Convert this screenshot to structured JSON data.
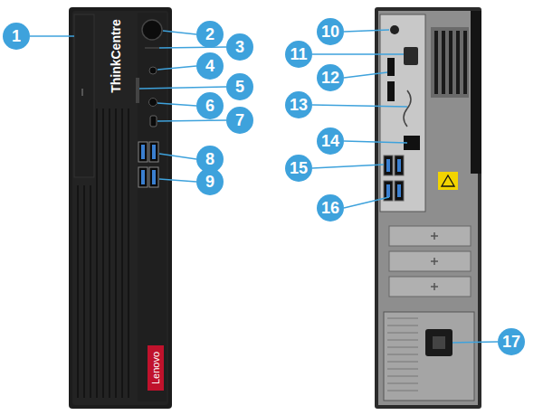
{
  "diagram": {
    "labels": [
      "1",
      "2",
      "3",
      "4",
      "5",
      "6",
      "7",
      "8",
      "9",
      "10",
      "11",
      "12",
      "13",
      "14",
      "15",
      "16",
      "17",
      "ThinkCentre",
      "Lenovo"
    ]
  }
}
